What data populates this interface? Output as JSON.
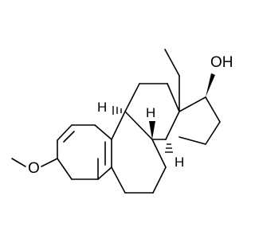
{
  "molecule": {
    "atom_labels": {
      "hydroxyl": "OH",
      "methoxy_oxygen": "O",
      "h_c9": "H",
      "h_c8": "H",
      "h_c14": "H"
    },
    "colors": {
      "bond": "#000000",
      "background": "#ffffff"
    }
  }
}
